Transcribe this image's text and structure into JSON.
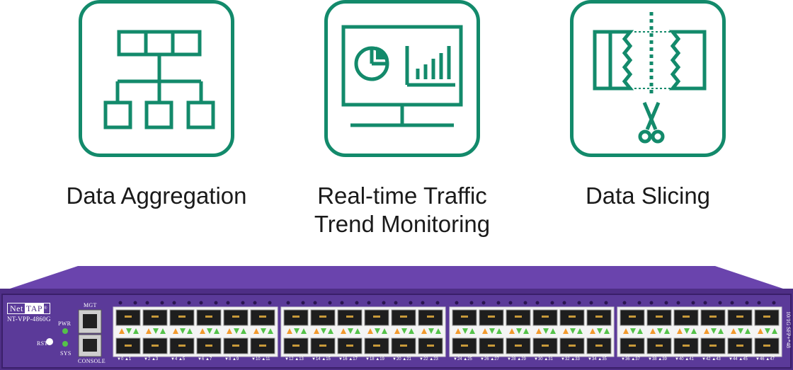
{
  "colors": {
    "icon_green": "#138a6b",
    "device_purple": "#5b3a99",
    "device_top": "#6a44ad",
    "led_green": "#55c24a",
    "port_orange": "#f29a2e"
  },
  "features": [
    {
      "icon": "hierarchy-diagram-icon",
      "label_lines": [
        "Data Aggregation"
      ]
    },
    {
      "icon": "monitor-chart-icon",
      "label_lines": [
        "Real-time Traffic",
        "Trend Monitoring"
      ]
    },
    {
      "icon": "scissors-slicing-icon",
      "label_lines": [
        "Data Slicing"
      ]
    }
  ],
  "device": {
    "brand_net": "Net",
    "brand_tap": "TAP",
    "brand_mark": "®",
    "model": "NT-VPP-4860G",
    "mgt": "MGT",
    "pwr": "PWR",
    "sys": "SYS",
    "rst": "RST",
    "console": "CONSOLE",
    "side": "10/1G SFP+*48",
    "port_groups": [
      [
        "▼0 ▲1",
        "▼2 ▲3",
        "▼4 ▲5",
        "▼6 ▲7",
        "▼8 ▲9",
        "▼10 ▲11"
      ],
      [
        "▼12 ▲13",
        "▼14 ▲15",
        "▼16 ▲17",
        "▼18 ▲19",
        "▼20 ▲21",
        "▼22 ▲23"
      ],
      [
        "▼24 ▲25",
        "▼26 ▲27",
        "▼28 ▲29",
        "▼30 ▲31",
        "▼32 ▲33",
        "▼34 ▲35"
      ],
      [
        "▼36 ▲37",
        "▼38 ▲39",
        "▼40 ▲41",
        "▼42 ▲43",
        "▼44 ▲45",
        "▼46 ▲47"
      ]
    ]
  }
}
